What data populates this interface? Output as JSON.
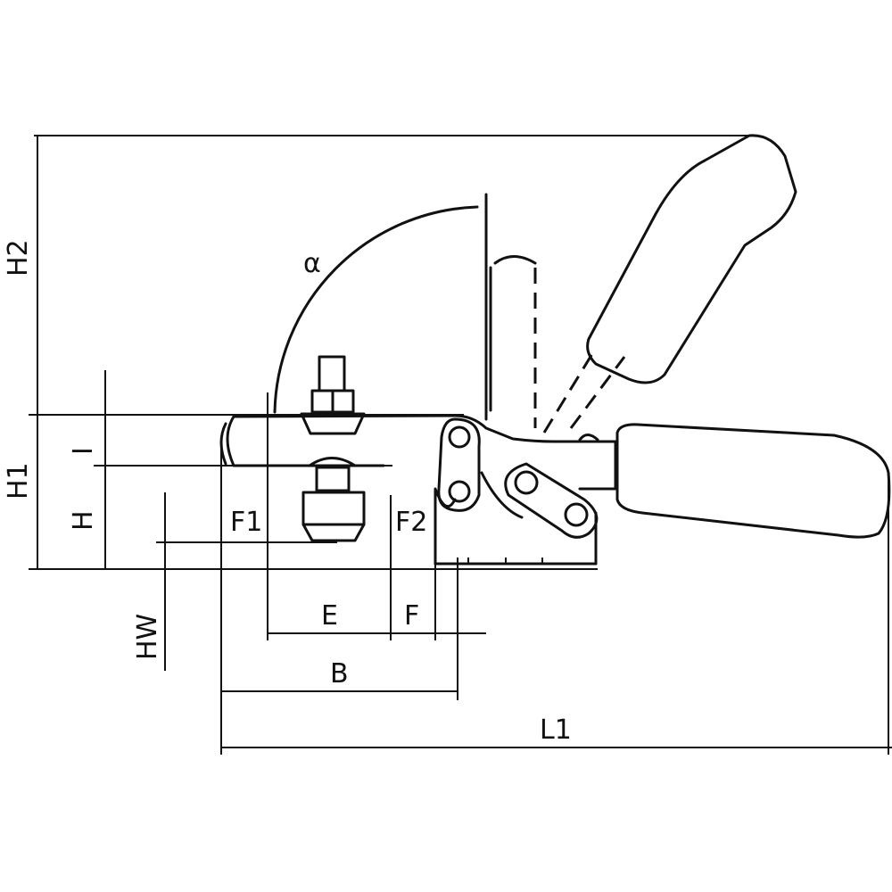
{
  "labels": {
    "h2": "H2",
    "alpha": "α",
    "h1": "H1",
    "i": "I",
    "h": "H",
    "hw": "HW",
    "f1": "F1",
    "f2": "F2",
    "e": "E",
    "f": "F",
    "b": "B",
    "l1": "L1"
  },
  "colors": {
    "line": "#111111",
    "background": "#ffffff"
  }
}
